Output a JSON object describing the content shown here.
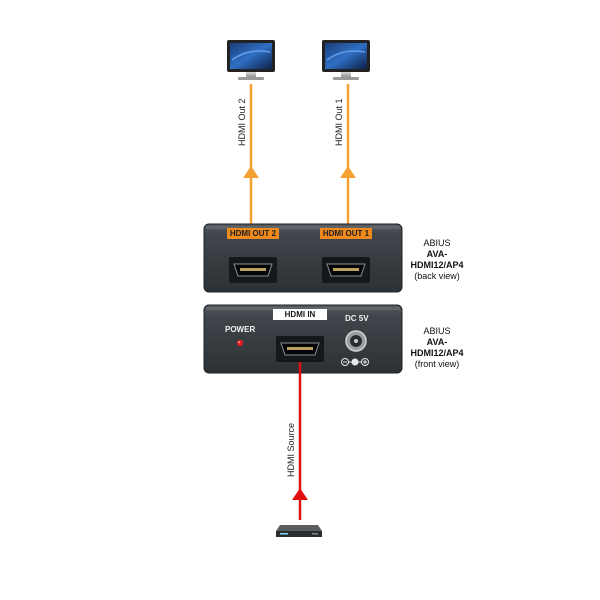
{
  "outputs": [
    {
      "label": "HDMI Out 2",
      "port_label": "HDMI OUT 2"
    },
    {
      "label": "HDMI Out 1",
      "port_label": "HDMI OUT 1"
    }
  ],
  "back_device": {
    "brand": "ABIUS",
    "model": "AVA-HDMI12/AP4",
    "view": "(back view)"
  },
  "front_device": {
    "brand": "ABIUS",
    "model": "AVA-HDMI12/AP4",
    "view": "(front view)",
    "power_label": "POWER",
    "input_label": "HDMI IN",
    "dc_label": "DC 5V"
  },
  "source": {
    "label": "HDMI Source"
  },
  "colors": {
    "output_cable": "#f5a033",
    "input_cable": "#e01010",
    "device_body": "#3b4044",
    "port_tab_orange": "#f08a1c",
    "power_led": "#e02020"
  },
  "icons": {
    "monitor": "monitor-icon",
    "source_box": "media-player-icon",
    "port": "hdmi-port-icon"
  }
}
